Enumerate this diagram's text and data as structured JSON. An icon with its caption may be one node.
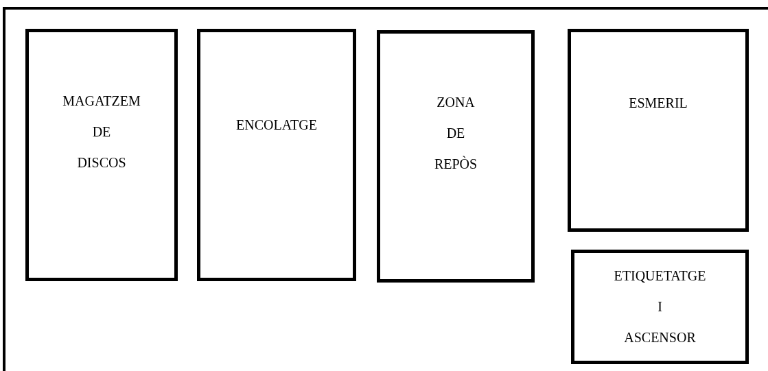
{
  "diagram": {
    "nodes": [
      {
        "text": [],
        "shape": "box"
      },
      {
        "text": [
          "MAGATZEM DE DISCOS"
        ],
        "in": 0
      },
      {
        "text": [
          "ENCOLATGE"
        ],
        "in": 0
      },
      {
        "text": [
          "ZONA DE REPÒS"
        ],
        "in": 0
      },
      {
        "text": [
          "ESMERIL"
        ],
        "in": 0
      },
      {
        "text": [
          "ETIQUETATGE I ASCENSOR"
        ],
        "in": 0
      }
    ]
  }
}
